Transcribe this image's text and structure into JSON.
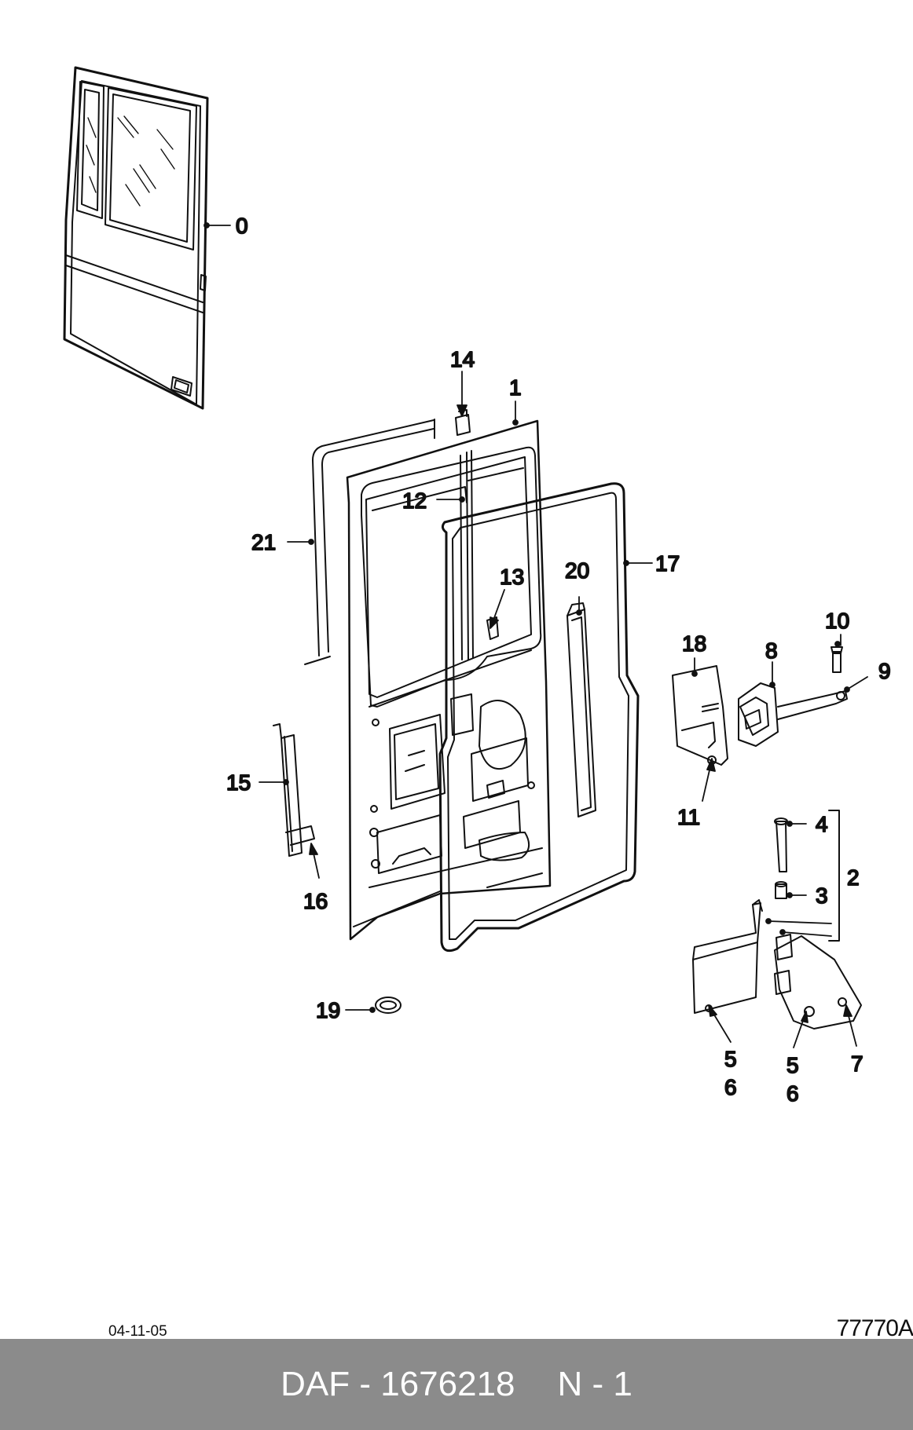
{
  "diagram": {
    "callouts": [
      "0",
      "1",
      "2",
      "3",
      "4",
      "5",
      "6",
      "5",
      "6",
      "7",
      "8",
      "9",
      "10",
      "11",
      "12",
      "13",
      "14",
      "15",
      "16",
      "17",
      "18",
      "19",
      "20",
      "21"
    ]
  },
  "meta": {
    "date": "04-11-05",
    "drawing_number": "77770A"
  },
  "footer": {
    "part_text": "DAF - 1676218",
    "page_text": "N - 1",
    "background_color": "#8b8b8b"
  }
}
